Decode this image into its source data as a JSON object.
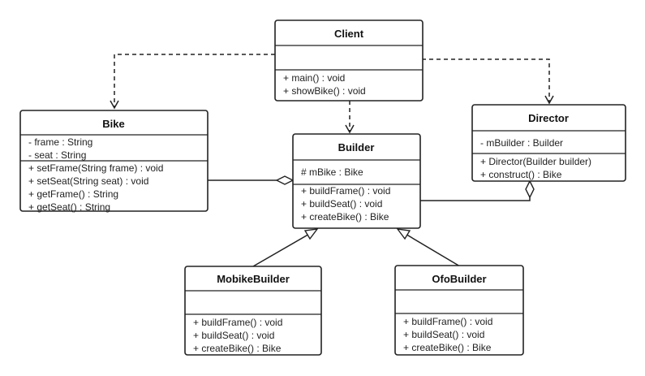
{
  "classes": {
    "client": {
      "name": "Client",
      "attributes": [],
      "operations": [
        "+ main() : void",
        "+ showBike() : void"
      ]
    },
    "bike": {
      "name": "Bike",
      "attributes": [
        "- frame : String",
        "- seat : String"
      ],
      "operations": [
        "+ setFrame(String frame) : void",
        "+ setSeat(String seat) : void",
        "+ getFrame() : String",
        "+ getSeat() : String"
      ]
    },
    "builder": {
      "name": "Builder",
      "attributes": [
        "# mBike : Bike"
      ],
      "operations": [
        "+ buildFrame() : void",
        "+ buildSeat() : void",
        "+ createBike() : Bike"
      ]
    },
    "director": {
      "name": "Director",
      "attributes": [
        "- mBuilder : Builder"
      ],
      "operations": [
        "+ Director(Builder builder)",
        "+ construct() : Bike"
      ]
    },
    "mobike": {
      "name": "MobikeBuilder",
      "attributes": [],
      "operations": [
        "+ buildFrame() : void",
        "+ buildSeat() : void",
        "+ createBike() : Bike"
      ]
    },
    "ofo": {
      "name": "OfoBuilder",
      "attributes": [],
      "operations": [
        "+ buildFrame() : void",
        "+ buildSeat() : void",
        "+ createBike() : Bike"
      ]
    }
  }
}
